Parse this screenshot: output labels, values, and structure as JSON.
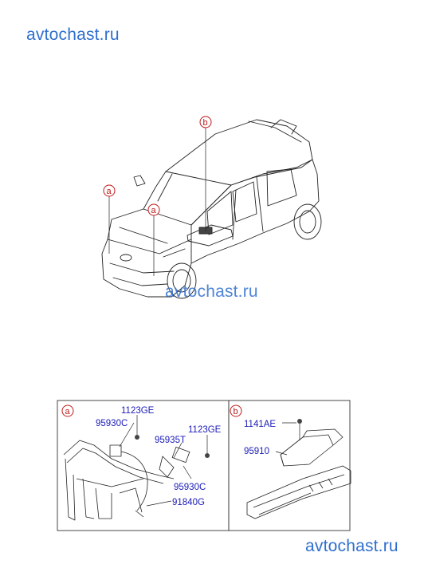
{
  "watermark": "avtochast.ru",
  "callouts": {
    "a": "a",
    "b": "b"
  },
  "panel_a": {
    "label": "a",
    "parts": [
      "1123GE",
      "95930C",
      "95935T",
      "1123GE",
      "95930C",
      "91840G"
    ]
  },
  "panel_b": {
    "label": "b",
    "parts": [
      "1141AE",
      "95910"
    ]
  },
  "colors": {
    "watermark": "#2f6fcf",
    "part_number": "#1a1ab8",
    "callout": "#c01818"
  }
}
